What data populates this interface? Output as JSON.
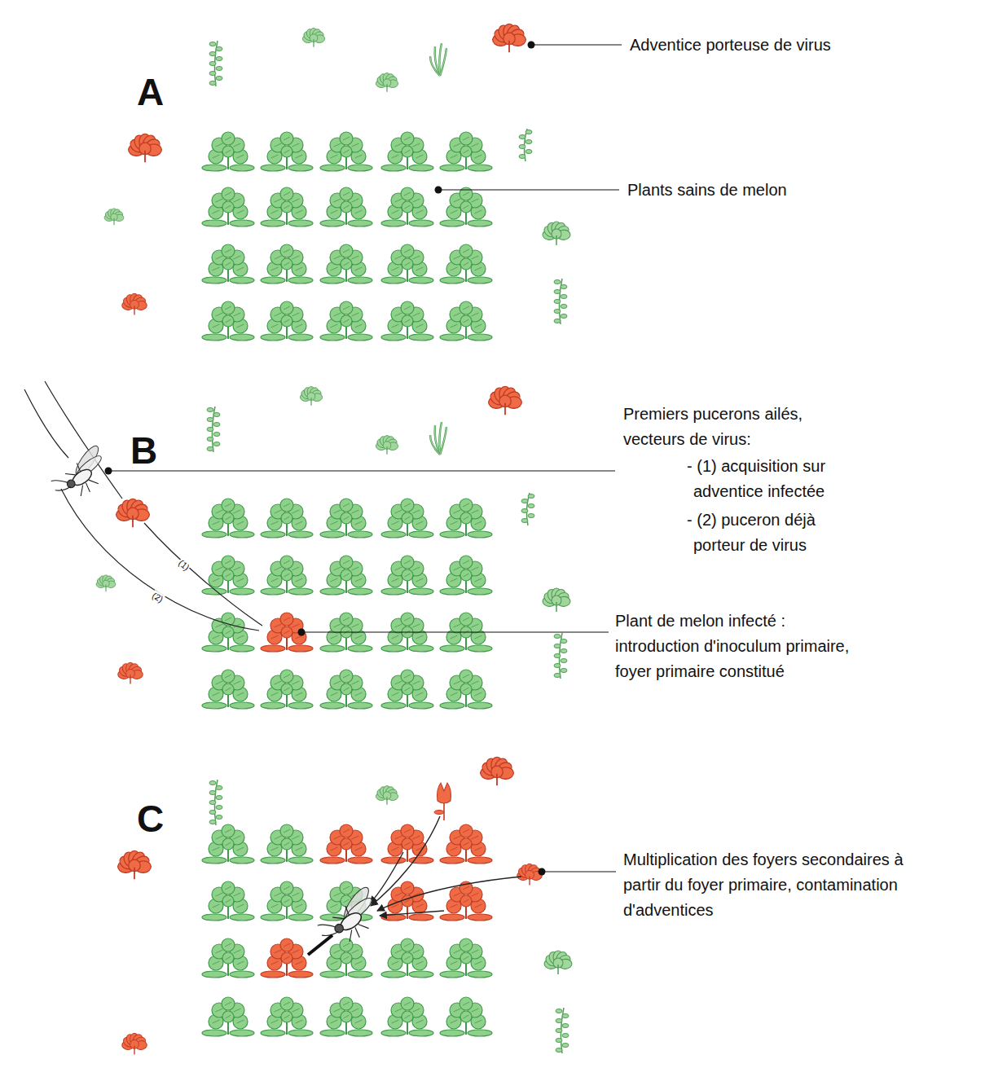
{
  "diagram": {
    "labels": [
      "Adventice porteuse de virus",
      "A",
      "Plants sains de melon",
      "Premiers pucerons ailés, vecteurs de virus:",
      "- (1) acquisition sur adventice infectée",
      "- (2) puceron déjà porteur de virus",
      "B",
      "(1)",
      "(2)",
      "Plant de melon infecté : introduction d'inoculum primaire, foyer primaire constitué",
      "C",
      "Multiplication des foyers secondaires à partir du foyer primaire, contamination d'adventices"
    ]
  }
}
